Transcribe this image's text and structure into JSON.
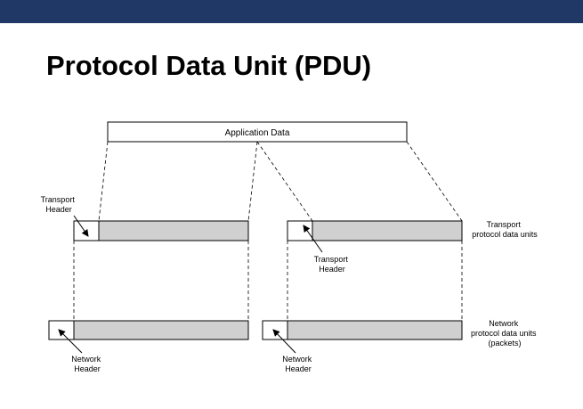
{
  "slide": {
    "title": "Protocol Data Unit (PDU)"
  },
  "diagram": {
    "application_data_label": "Application Data",
    "transport_header_label": [
      "Transport",
      "Header"
    ],
    "network_header_label": [
      "Network",
      "Header"
    ],
    "transport_pdu_label": [
      "Transport",
      "protocol data units"
    ],
    "network_pdu_label": [
      "Network",
      "protocol data units",
      "(packets)"
    ]
  },
  "colors": {
    "top_bar": "#1f3866",
    "payload_fill": "#d0d0d0",
    "box_stroke": "#000000"
  }
}
